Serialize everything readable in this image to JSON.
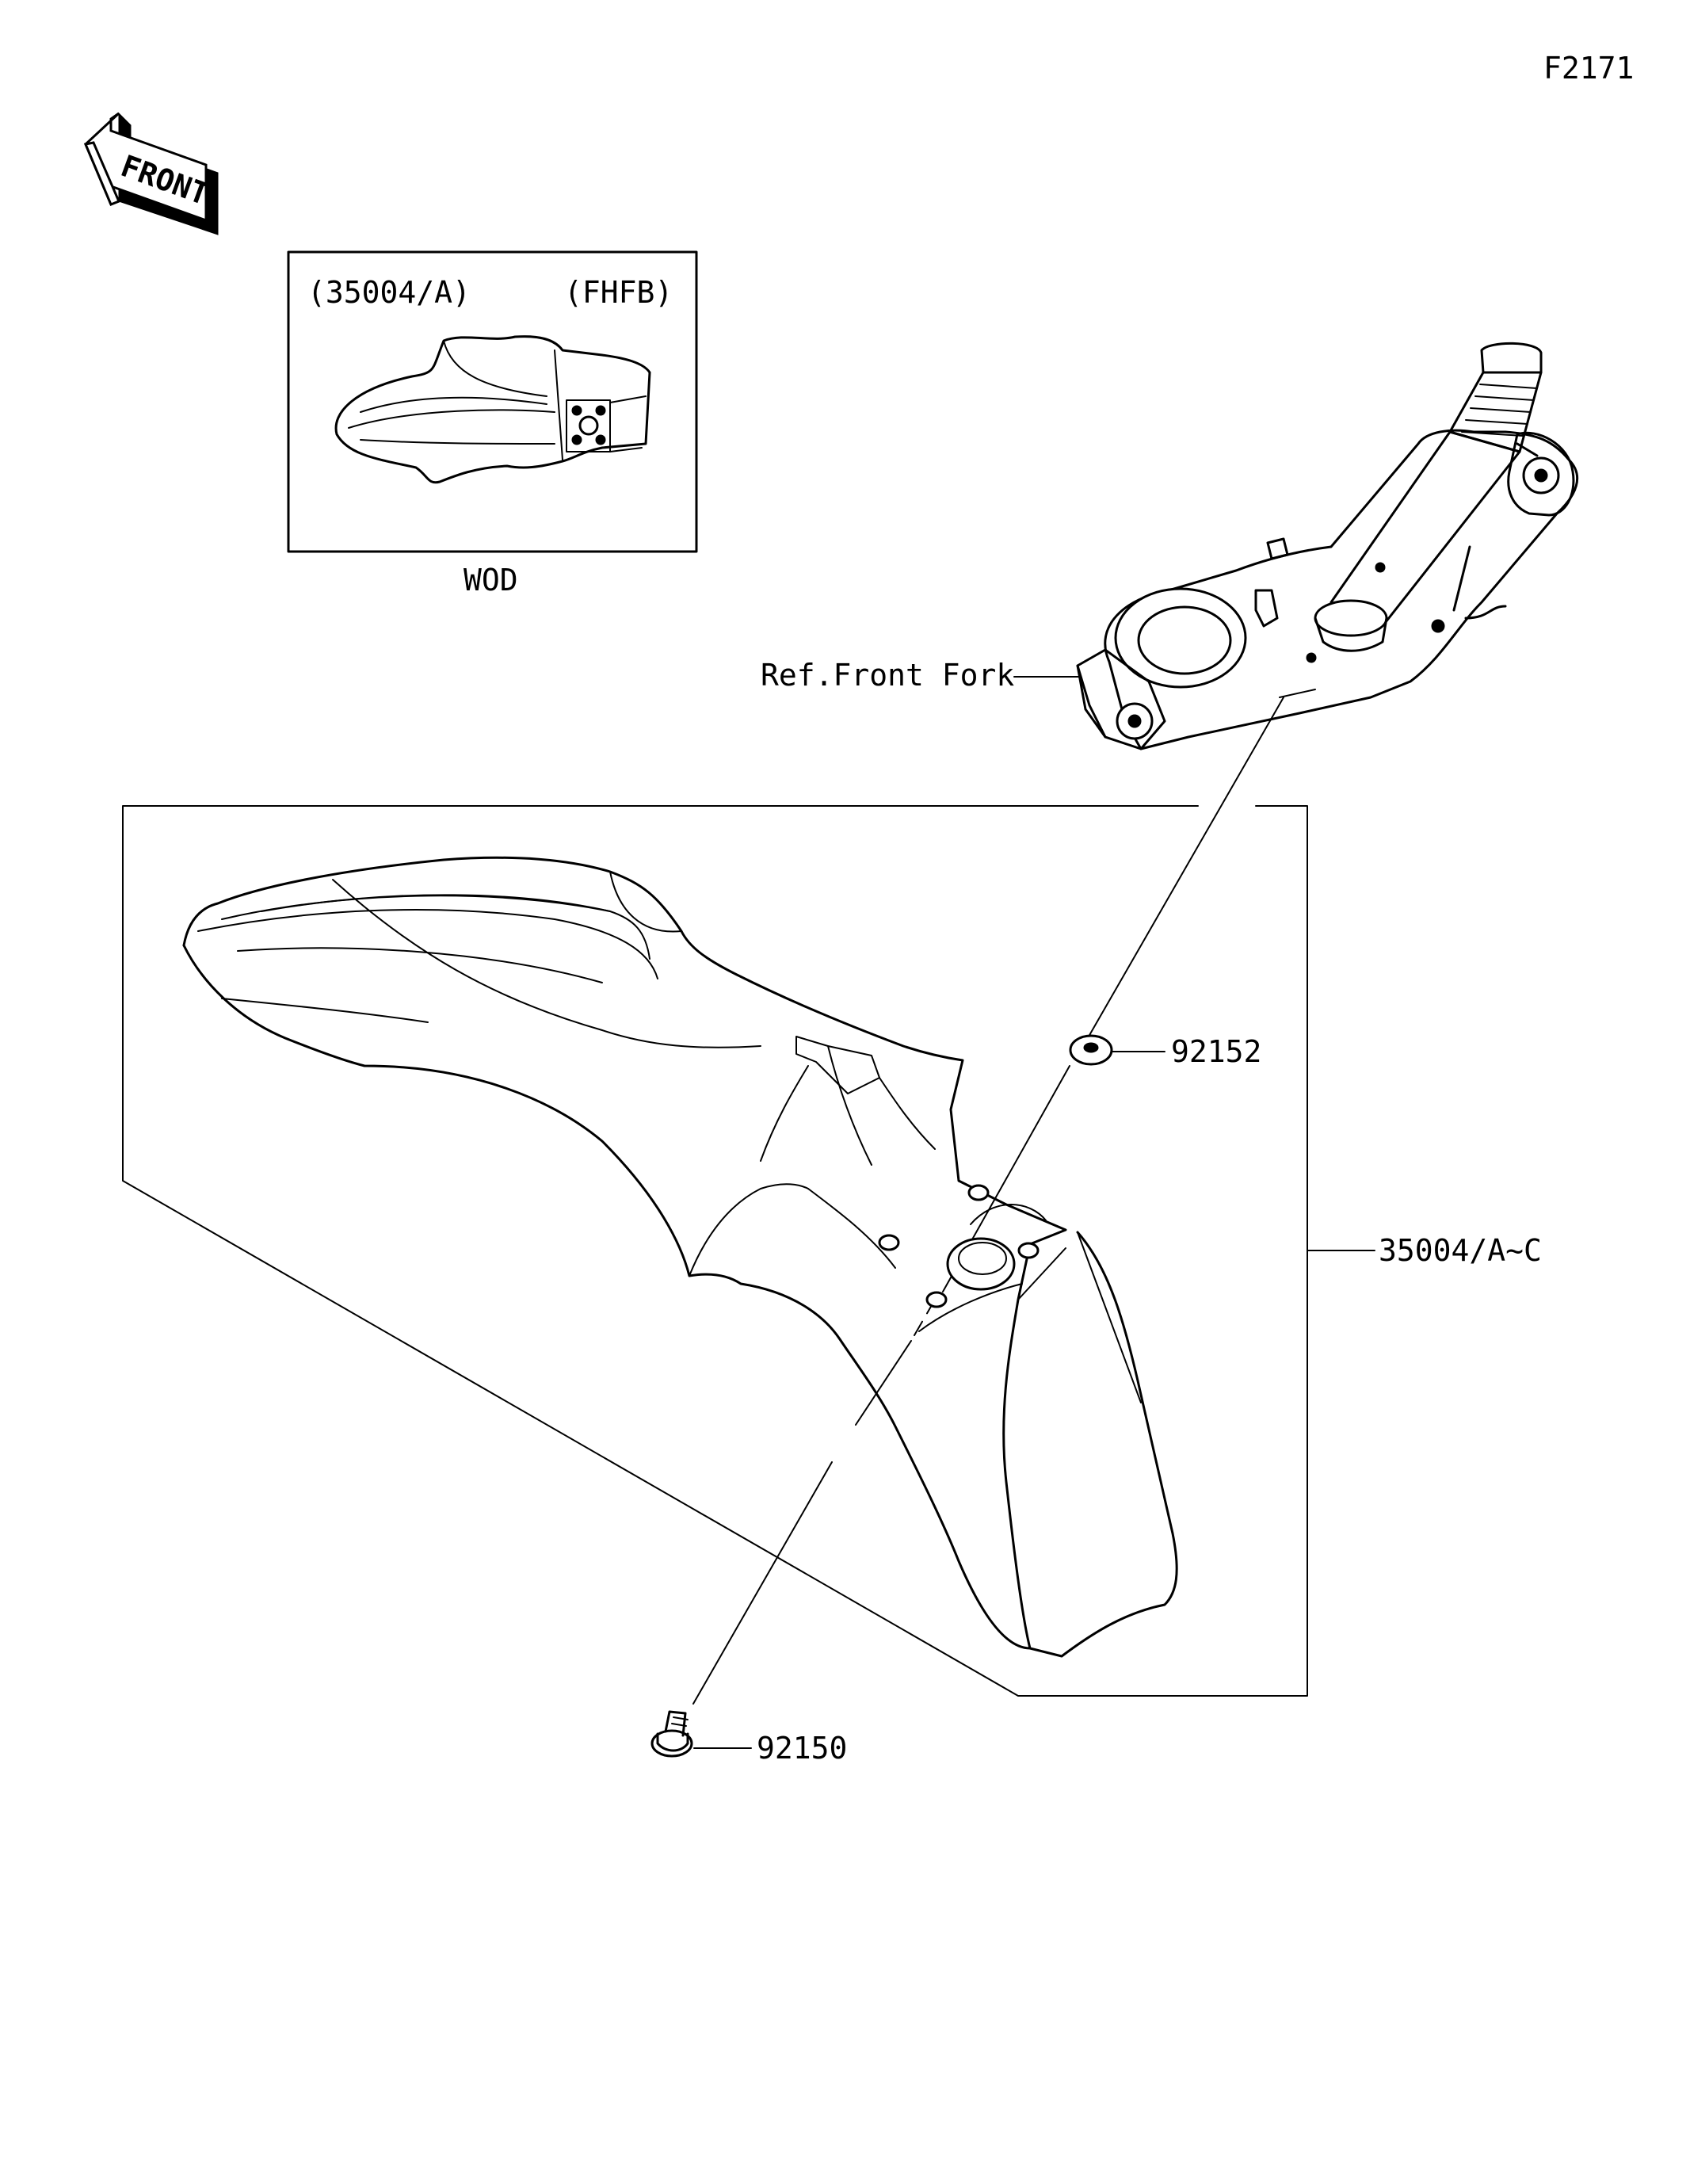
{
  "figure_code": "F2171",
  "front_arrow_label": "FRONT",
  "inset": {
    "part_ref": "(35004/A)",
    "color_code": "(FHFB)",
    "caption": "WOD"
  },
  "callouts": {
    "front_fork": "Ref.Front Fork",
    "washer": "92152",
    "fender": "35004/A~C",
    "bolt": "92150"
  }
}
